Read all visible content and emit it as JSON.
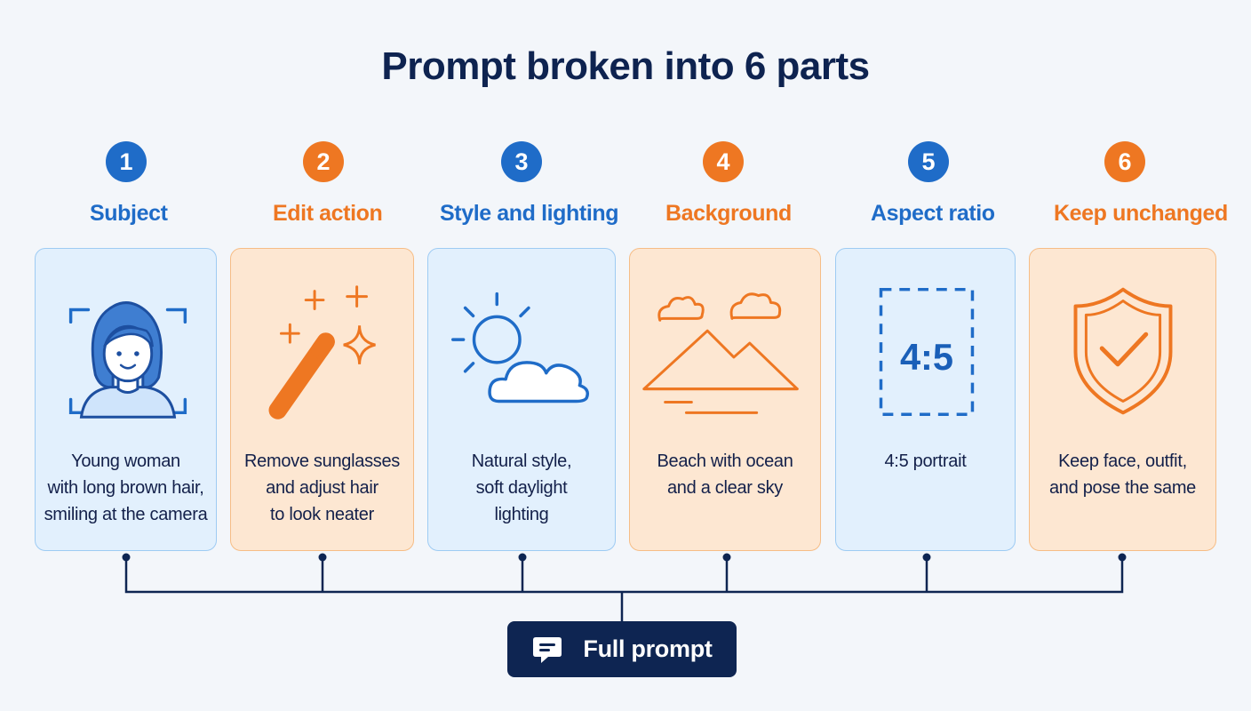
{
  "title": "Prompt broken into 6 parts",
  "parts": [
    {
      "number": "1",
      "label": "Subject",
      "description": "Young woman\nwith long brown hair,\nsmiling at the camera",
      "icon": "person-face-icon",
      "theme": "blue"
    },
    {
      "number": "2",
      "label": "Edit action",
      "description": "Remove sunglasses\nand adjust hair\nto look neater",
      "icon": "magic-wand-icon",
      "theme": "orange"
    },
    {
      "number": "3",
      "label": "Style and lighting",
      "description": "Natural style,\nsoft daylight\nlighting",
      "icon": "sun-cloud-icon",
      "theme": "blue"
    },
    {
      "number": "4",
      "label": "Background",
      "description": "Beach with ocean\nand a clear sky",
      "icon": "mountains-clouds-icon",
      "theme": "orange"
    },
    {
      "number": "5",
      "label": "Aspect ratio",
      "description": "4:5 portrait",
      "icon": "aspect-ratio-icon",
      "icon_text": "4:5",
      "theme": "blue"
    },
    {
      "number": "6",
      "label": "Keep unchanged",
      "description": "Keep face, outfit,\nand pose the same",
      "icon": "shield-check-icon",
      "theme": "orange"
    }
  ],
  "full_prompt_button": {
    "label": "Full prompt",
    "icon": "chat-bubble-icon"
  },
  "colors": {
    "blue": "#1f6cc8",
    "orange": "#ee7722",
    "navy": "#0e2552",
    "background": "#f3f6fa"
  }
}
